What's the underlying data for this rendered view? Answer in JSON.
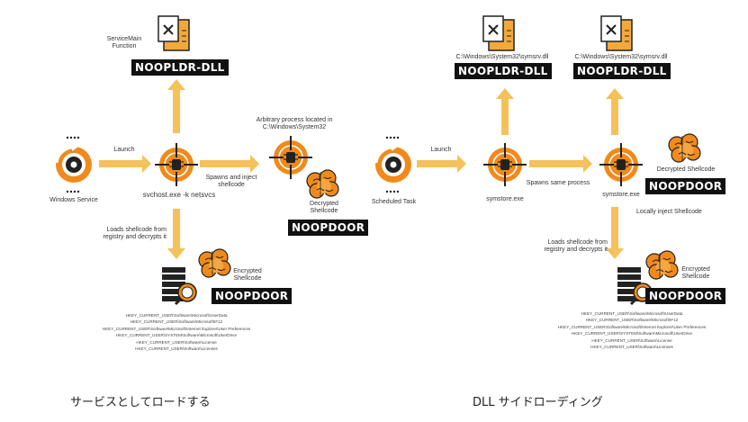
{
  "colors": {
    "orange": "#F08A1C",
    "arrow": "#F5C15A",
    "dark": "#111111",
    "file": "#F2A93B"
  },
  "icons": [
    "gear-icon",
    "target-icon",
    "file-icon",
    "brain-icon",
    "database-icon"
  ],
  "left": {
    "caption": "サービスとしてロードする",
    "service_main": "ServiceMain\nFunction",
    "noopldr": "NOOPLDR-DLL",
    "launch": "Launch",
    "windows_service": "Windows Service",
    "svchost": "svchost.exe -k netsvcs",
    "arbitrary": "Arbitrary process located in\nC:\\Windows\\System32",
    "spawns_inject": "Spawns and inject\nshellcode",
    "decrypted": "Decrypted\nShellcode",
    "noopdoor_mid": "NOOPDOOR",
    "loads": "Loads shellcode from\nregistry and decrypts it",
    "encrypted": "Encrypted\nShellcode",
    "noopdoor_low": "NOOPDOOR",
    "registry": [
      "HKEY_CURRENT_USER\\Software\\Microsoft\\UserData",
      "HKEY_CURRENT_USER\\Software\\Microsoft\\IF12",
      "HKEY_CURRENT_USER\\Software\\Microsoft\\Internet Explorer\\User Preferences",
      "HKEY_CURRENT_USER\\SYSTEM\\Software\\Microsoft\\UserDrive",
      "HKEY_CURRENT_USER\\Software\\License",
      "HKEY_CURRENT_USER\\Software\\Licenses"
    ]
  },
  "right": {
    "caption": "DLL サイドローディング",
    "path1": "C:\\Windows\\System32\\symsrv.dll",
    "noopldr1": "NOOPLDR-DLL",
    "path2": "C:\\Windows\\System32\\symsrv.dll",
    "noopldr2": "NOOPLDR-DLL",
    "launch": "Launch",
    "scheduled_task": "Scheduled Task",
    "symstore1": "symstore.exe",
    "spawns_same": "Spawns same process",
    "symstore2": "symstore.exe",
    "decrypted": "Decrypted Shellcode",
    "noopdoor_mid": "NOOPDOOR",
    "locally_inject": "Locally inject Shellcode",
    "loads": "Loads shellcode from\nregistry and decrypts it",
    "encrypted": "Encrypted\nShellcode",
    "noopdoor_low": "NOOPDOOR",
    "registry": [
      "HKEY_CURRENT_USER\\Software\\Microsoft\\UserData",
      "HKEY_CURRENT_USER\\Software\\Microsoft\\IF12",
      "HKEY_CURRENT_USER\\Software\\Microsoft\\Internet Explorer\\User Preferences",
      "HKEY_CURRENT_USER\\SYSTEM\\Software\\Microsoft\\UserDrive",
      "HKEY_CURRENT_USER\\Software\\License",
      "HKEY_CURRENT_USER\\Software\\Licenses"
    ]
  }
}
